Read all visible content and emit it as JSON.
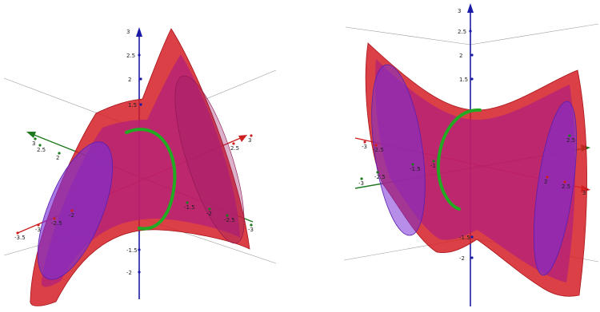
{
  "colors": {
    "background": "#ffffff",
    "grid_line": "#9a9a9a",
    "x_axis": "#cc1f1f",
    "y_axis": "#1f7a1f",
    "z_axis": "#1a1aa6",
    "outer_surface": "#d41f26",
    "inner_surface": "#b5207a",
    "end_cap": "#7a2fd6",
    "circle": "#22aa22"
  },
  "panels": [
    {
      "name": "left-view",
      "z_ticks": [
        "3",
        "2.5",
        "2",
        "1.5",
        "-1.5",
        "-2"
      ],
      "x_ticks_pos": [
        "2.5",
        "3"
      ],
      "x_ticks_neg": [
        "-2",
        "-2.5",
        "-3",
        "-3.5"
      ],
      "y_ticks_pos": [
        "3",
        "2.5",
        "2"
      ],
      "y_ticks_neg": [
        "-1.5",
        "-2",
        "-2.5",
        "-3"
      ]
    },
    {
      "name": "right-view",
      "z_ticks": [
        "3",
        "2.5",
        "2",
        "1.5",
        "-1.5",
        "-2"
      ],
      "x_ticks_pos": [
        "2",
        "2.5",
        "3"
      ],
      "x_ticks_neg": [
        "-3",
        "-2.5"
      ],
      "y_ticks_pos": [
        "2.5"
      ],
      "y_ticks_neg": [
        "-3",
        "-2.5",
        "-1.5",
        "-1"
      ]
    }
  ]
}
